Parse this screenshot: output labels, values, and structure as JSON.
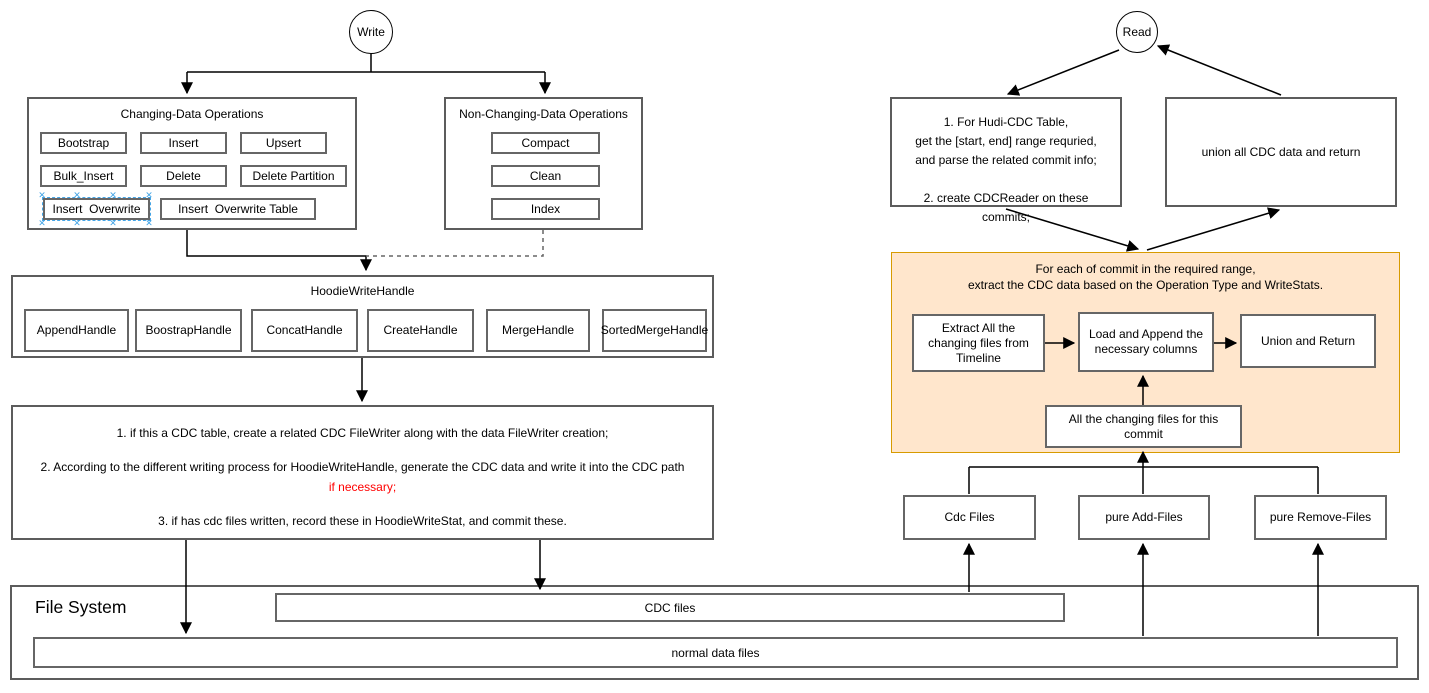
{
  "write_side": {
    "entry": "Write",
    "changing_ops": {
      "title": "Changing-Data Operations",
      "items": [
        "Bootstrap",
        "Insert",
        "Upsert",
        "Bulk_Insert",
        "Delete",
        "Delete Partition",
        "Insert  Overwrite",
        "Insert  Overwrite Table"
      ],
      "selected_item": "Insert  Overwrite",
      "selection_color": "#45a5e6"
    },
    "non_changing_ops": {
      "title": "Non-Changing-Data Operations",
      "items": [
        "Compact",
        "Clean",
        "Index"
      ]
    },
    "hoodie_write_handle": {
      "title": "HoodieWriteHandle",
      "items": [
        "AppendHandle",
        "BoostrapHandle",
        "ConcatHandle",
        "CreateHandle",
        "MergeHandle",
        "SortedMergeHandle"
      ]
    },
    "cdc_write_steps": {
      "step1": "1. if this a CDC table, create a related CDC FileWriter along with the data FileWriter creation;",
      "step2_text": "2. According to the different writing process for HoodieWriteHandle, generate the CDC data and write it into the CDC path ",
      "step2_highlight": "if necessary;",
      "highlight_color": "#ff0000",
      "step3": "3. if has cdc files written, record these in HoodieWriteStat, and commit these."
    }
  },
  "read_side": {
    "entry": "Read",
    "plan_box": {
      "lines": [
        "1. For Hudi-CDC Table,",
        "get the [start, end] range requried,",
        "and parse the related commit info;",
        "",
        "2. create CDCReader on these",
        "commits;"
      ]
    },
    "union_all_box": "union all CDC data and return",
    "per_commit": {
      "fill_color": "#ffe6cc",
      "border_color": "#d79b00",
      "title_line1": "For each of commit in the required range,",
      "title_line2": "extract the CDC data based on the Operation Type and WriteStats.",
      "extract_box": "Extract All the changing files from Timeline",
      "load_box": "Load and Append the necessary columns",
      "union_box": "Union and Return",
      "changing_files_box": "All the changing files for this commit"
    },
    "file_groups": [
      "Cdc Files",
      "pure Add-Files",
      "pure Remove-Files"
    ]
  },
  "file_system": {
    "title": "File System",
    "cdc_bar": "CDC files",
    "normal_bar": "normal data files"
  }
}
